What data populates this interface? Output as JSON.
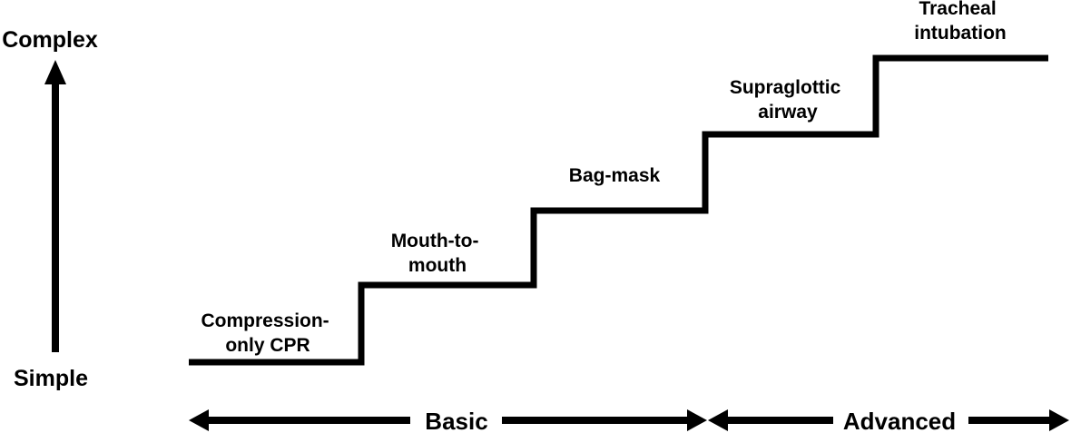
{
  "complexity_axis": {
    "top_label": "Complex",
    "bottom_label": "Simple"
  },
  "steps": [
    {
      "lines": [
        "Compression-",
        "only CPR"
      ]
    },
    {
      "lines": [
        "Mouth-to-",
        "mouth"
      ]
    },
    {
      "lines": [
        "Bag-mask"
      ]
    },
    {
      "lines": [
        "Supraglottic",
        "airway"
      ]
    },
    {
      "lines": [
        "Tracheal",
        "intubation"
      ]
    }
  ],
  "ranges": {
    "basic_label": "Basic",
    "advanced_label": "Advanced"
  },
  "colors": {
    "line": "#000000",
    "background": "#ffffff"
  }
}
